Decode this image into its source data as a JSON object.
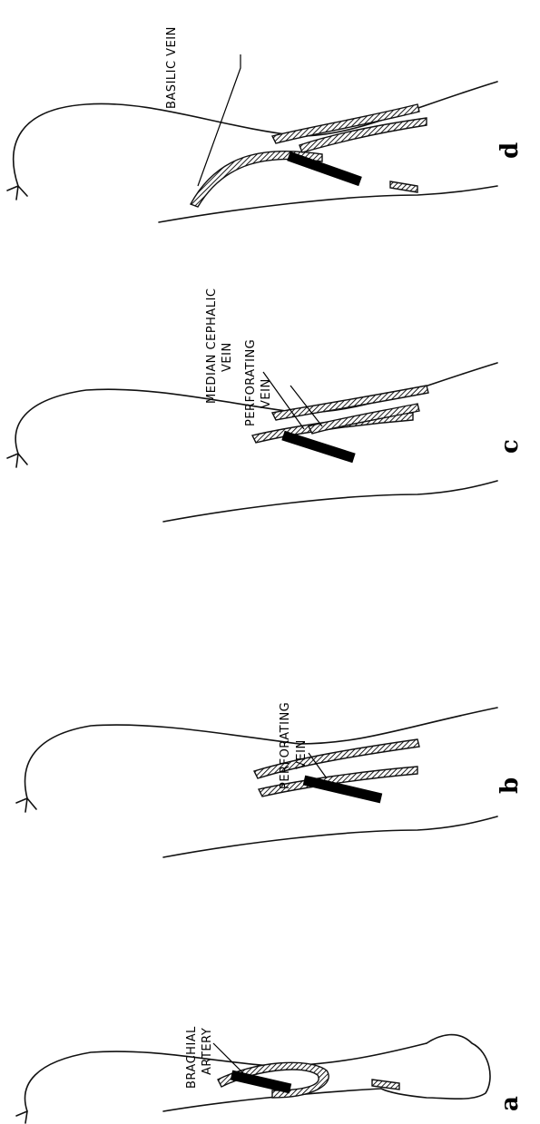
{
  "panels": [
    {
      "id": "a",
      "letter": "a",
      "labels": [
        "BRACHIAL",
        "ARTERY"
      ]
    },
    {
      "id": "b",
      "letter": "b",
      "labels": [
        "PERFORATING",
        "VEIN"
      ]
    },
    {
      "id": "c",
      "letter": "c",
      "labels": [
        "MEDIAN CEPHALIC",
        "VEIN",
        "PERFORATING",
        "VEIN"
      ]
    },
    {
      "id": "d",
      "letter": "d",
      "labels": [
        "BASILIC VEIN"
      ]
    }
  ]
}
